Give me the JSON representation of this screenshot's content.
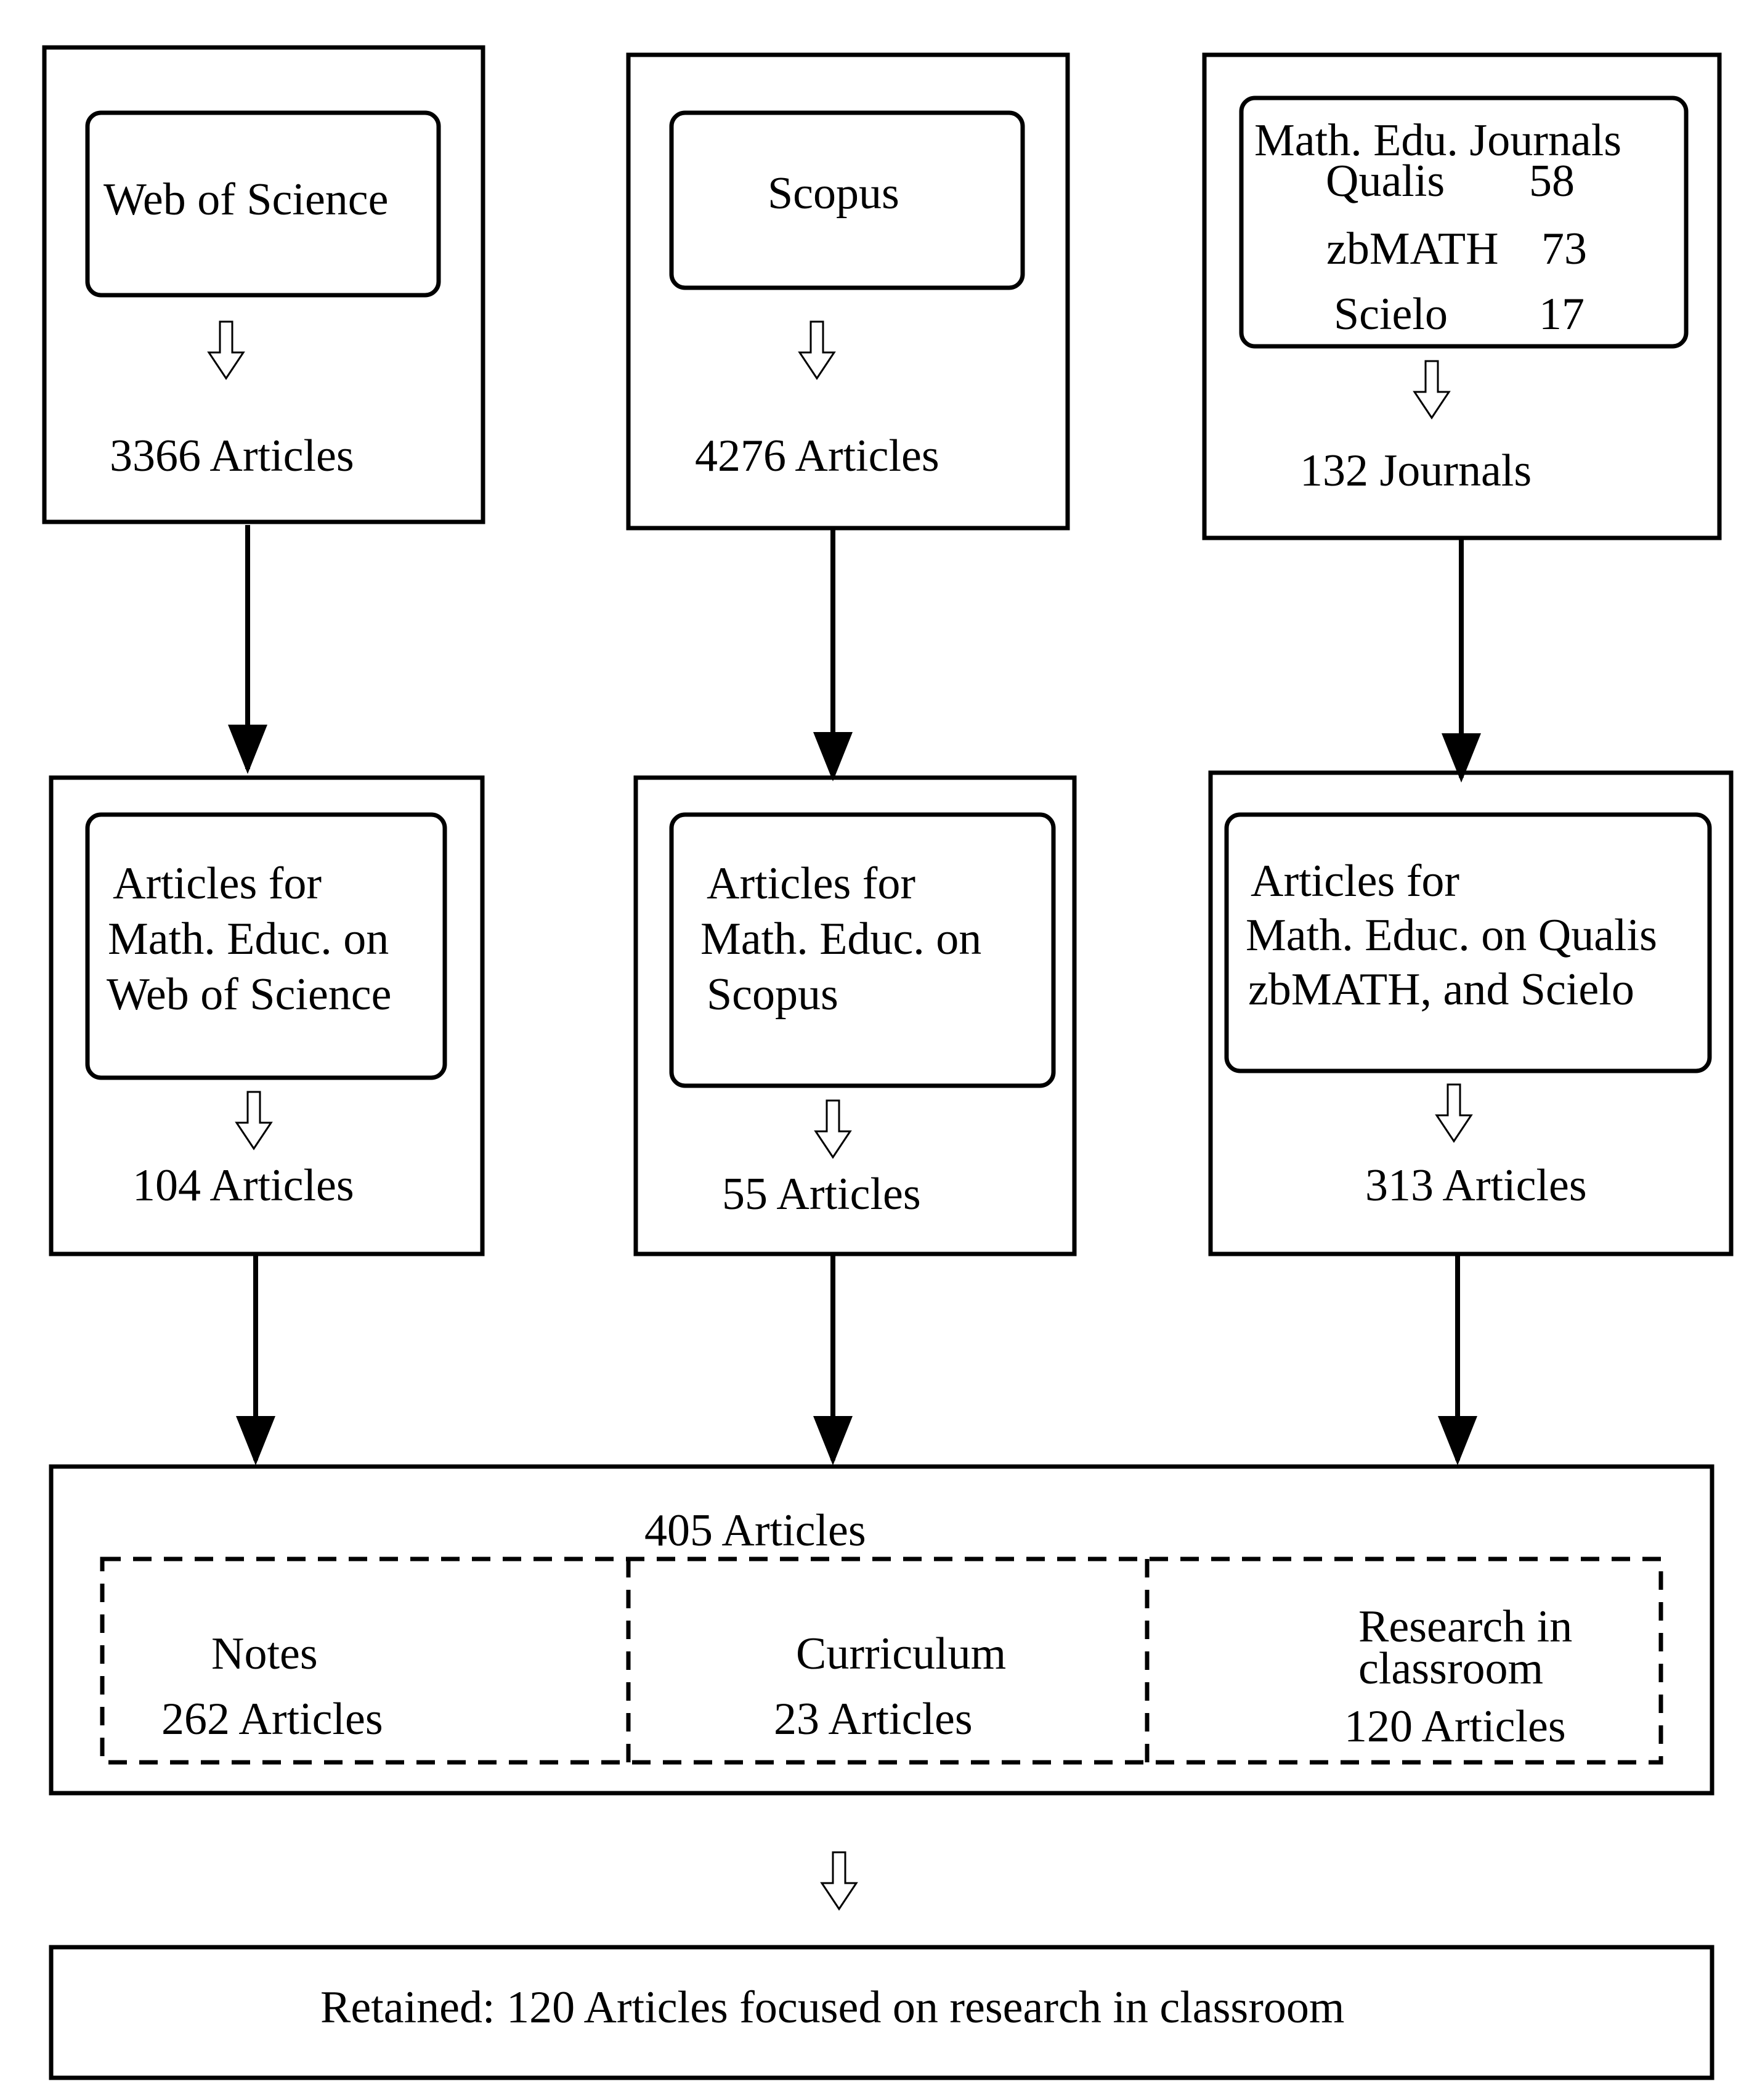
{
  "sources": {
    "wos": {
      "name": "Web of Science",
      "count": "3366 Articles",
      "filter": [
        "Articles for",
        "Math. Educ. on",
        "Web of Science"
      ],
      "filtered_count": "104 Articles"
    },
    "scopus": {
      "name": "Scopus",
      "count": "4276 Articles",
      "filter": [
        "Articles for",
        "Math. Educ. on",
        "Scopus"
      ],
      "filtered_count": "55 Articles"
    },
    "journals": {
      "title": "Math. Edu. Journals",
      "rows": [
        {
          "name": "Qualis",
          "value": "58"
        },
        {
          "name": "zbMATH",
          "value": "73"
        },
        {
          "name": "Scielo",
          "value": "17"
        }
      ],
      "count": "132 Journals",
      "filter": [
        "Articles for",
        "Math. Educ. on Qualis",
        "zbMATH, and Scielo"
      ],
      "filtered_count": "313 Articles"
    }
  },
  "merged": {
    "total": "405 Articles",
    "categories": [
      {
        "name": [
          "Notes"
        ],
        "count": "262 Articles"
      },
      {
        "name": [
          "Curriculum"
        ],
        "count": "23 Articles"
      },
      {
        "name": [
          "Research in",
          "classroom"
        ],
        "count": "120 Articles"
      }
    ]
  },
  "final": "Retained: 120 Articles focused on research in classroom",
  "colors": {
    "stroke": "#000000",
    "background": "#ffffff"
  }
}
